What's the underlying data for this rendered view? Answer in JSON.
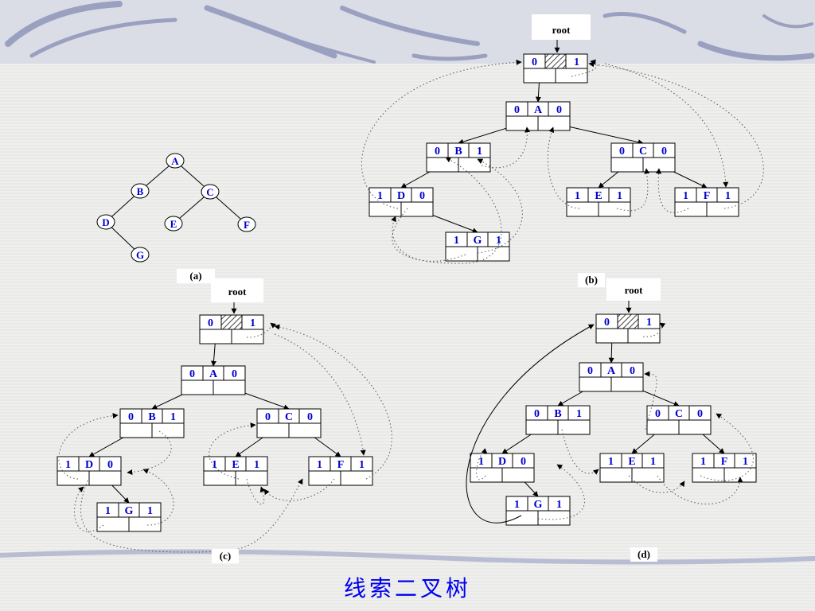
{
  "title": "线索二叉树",
  "panels": {
    "a": {
      "label": "(a)"
    },
    "b": {
      "label": "(b)",
      "root": "root"
    },
    "c": {
      "label": "(c)",
      "root": "root"
    },
    "d": {
      "label": "(d)",
      "root": "root"
    }
  },
  "binary_tree": {
    "nodes": [
      "A",
      "B",
      "C",
      "D",
      "E",
      "F",
      "G"
    ],
    "edges": [
      [
        "A",
        "B"
      ],
      [
        "A",
        "C"
      ],
      [
        "B",
        "D"
      ],
      [
        "C",
        "E"
      ],
      [
        "C",
        "F"
      ],
      [
        "D",
        "G"
      ]
    ]
  },
  "threaded_nodes": [
    {
      "key": "head",
      "ltag": "0",
      "data": "",
      "rtag": "1"
    },
    {
      "key": "A",
      "ltag": "0",
      "data": "A",
      "rtag": "0"
    },
    {
      "key": "B",
      "ltag": "0",
      "data": "B",
      "rtag": "1"
    },
    {
      "key": "C",
      "ltag": "0",
      "data": "C",
      "rtag": "0"
    },
    {
      "key": "D",
      "ltag": "1",
      "data": "D",
      "rtag": "0"
    },
    {
      "key": "E",
      "ltag": "1",
      "data": "E",
      "rtag": "1"
    },
    {
      "key": "F",
      "ltag": "1",
      "data": "F",
      "rtag": "1"
    },
    {
      "key": "G",
      "ltag": "1",
      "data": "G",
      "rtag": "1"
    }
  ]
}
